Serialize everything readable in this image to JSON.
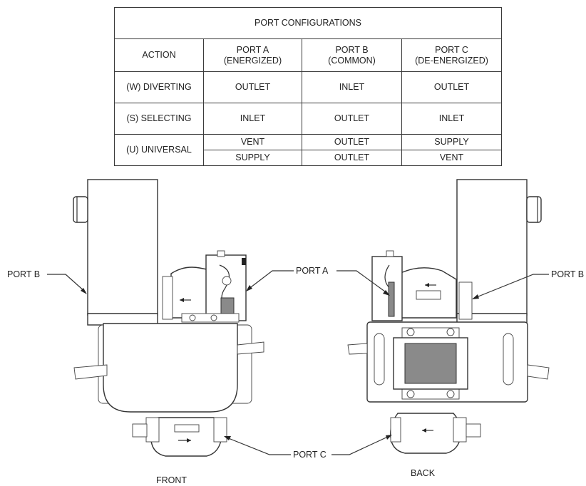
{
  "table": {
    "title": "PORT CONFIGURATIONS",
    "headers": [
      "ACTION",
      "PORT A\n(ENERGIZED)",
      "PORT B\n(COMMON)",
      "PORT C\n(DE-ENERGIZED)"
    ],
    "rows": [
      {
        "action": "(W) DIVERTING",
        "port_a": "OUTLET",
        "port_b": "INLET",
        "port_c": "OUTLET"
      },
      {
        "action": "(S) SELECTING",
        "port_a": "INLET",
        "port_b": "OUTLET",
        "port_c": "INLET"
      },
      {
        "action": "(U) UNIVERSAL",
        "sub_rows": [
          {
            "port_a": "VENT",
            "port_b": "OUTLET",
            "port_c": "SUPPLY"
          },
          {
            "port_a": "SUPPLY",
            "port_b": "OUTLET",
            "port_c": "VENT"
          }
        ]
      }
    ]
  },
  "callouts": {
    "port_b_left": "PORT B",
    "port_a": "PORT A",
    "port_b_right": "PORT B",
    "port_c": "PORT C"
  },
  "views": {
    "front": "FRONT",
    "back": "BACK"
  }
}
